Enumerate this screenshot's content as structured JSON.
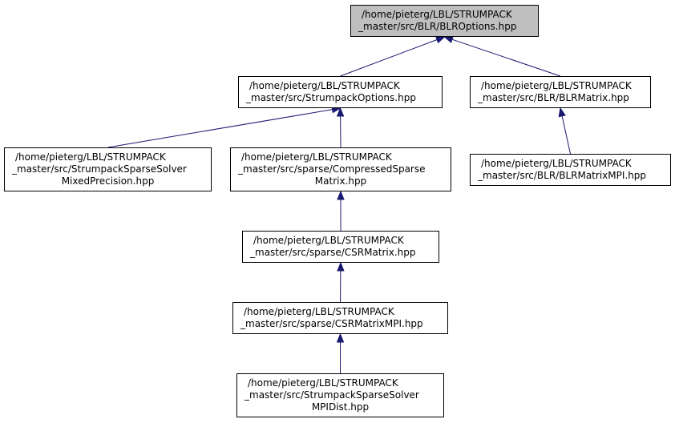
{
  "colors": {
    "edge": "#191970",
    "root_fill": "#bfbfbf",
    "node_fill": "#ffffff",
    "border": "#000000"
  },
  "nodes": {
    "blroptions": [
      "/home/pieterg/LBL/STRUMPACK",
      "_master/src/BLR/BLROptions.hpp"
    ],
    "strumpackoptions": [
      "/home/pieterg/LBL/STRUMPACK",
      "_master/src/StrumpackOptions.hpp"
    ],
    "blrmatrix": [
      "/home/pieterg/LBL/STRUMPACK",
      "_master/src/BLR/BLRMatrix.hpp"
    ],
    "mixedprecision": [
      "/home/pieterg/LBL/STRUMPACK",
      "_master/src/StrumpackSparseSolver",
      "MixedPrecision.hpp"
    ],
    "compressedsparse": [
      "/home/pieterg/LBL/STRUMPACK",
      "_master/src/sparse/CompressedSparse",
      "Matrix.hpp"
    ],
    "blrmatrixmpi": [
      "/home/pieterg/LBL/STRUMPACK",
      "_master/src/BLR/BLRMatrixMPI.hpp"
    ],
    "csrmatrix": [
      "/home/pieterg/LBL/STRUMPACK",
      "_master/src/sparse/CSRMatrix.hpp"
    ],
    "csrmatrixmpi": [
      "/home/pieterg/LBL/STRUMPACK",
      "_master/src/sparse/CSRMatrixMPI.hpp"
    ],
    "mpidist": [
      "/home/pieterg/LBL/STRUMPACK",
      "_master/src/StrumpackSparseSolver",
      "MPIDist.hpp"
    ]
  },
  "edges": [
    {
      "from": "strumpackoptions",
      "to": "blroptions"
    },
    {
      "from": "blrmatrix",
      "to": "blroptions"
    },
    {
      "from": "mixedprecision",
      "to": "strumpackoptions"
    },
    {
      "from": "compressedsparse",
      "to": "strumpackoptions"
    },
    {
      "from": "blrmatrixmpi",
      "to": "blrmatrix"
    },
    {
      "from": "csrmatrix",
      "to": "compressedsparse"
    },
    {
      "from": "csrmatrixmpi",
      "to": "csrmatrix"
    },
    {
      "from": "mpidist",
      "to": "csrmatrixmpi"
    }
  ]
}
